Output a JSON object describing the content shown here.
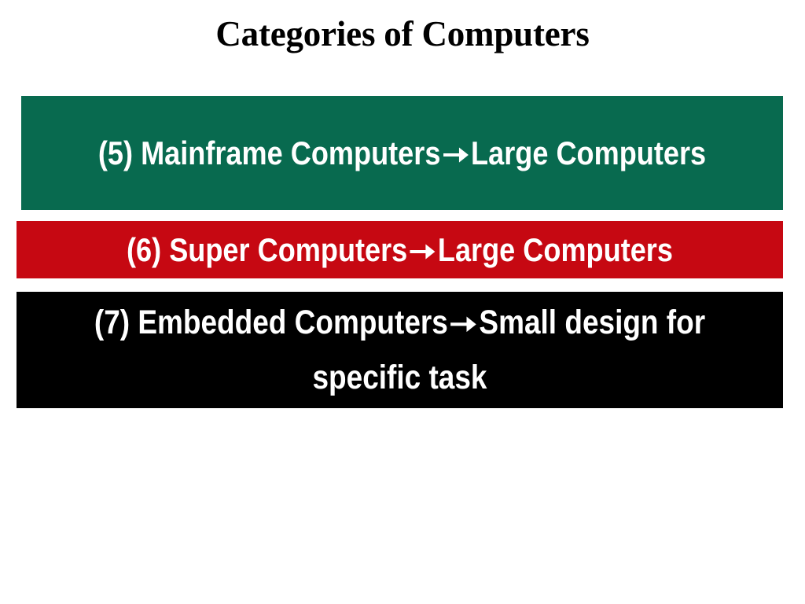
{
  "slide": {
    "title": "Categories of Computers",
    "background_color": "#ffffff",
    "title_color": "#000000"
  },
  "bars": [
    {
      "id": "mainframe",
      "number": "(5)",
      "line1_before_arrow": "(5) Mainframe Computers",
      "line1_after_arrow": "Large",
      "line2": "Computers",
      "full_text": "(5) Mainframe Computers → Large Computers",
      "background_color": "#086a4f",
      "text_color": "#ffffff",
      "arrow_icon": "right-arrow-icon"
    },
    {
      "id": "super",
      "number": "(6)",
      "line1_before_arrow": "(6) Super Computers",
      "line1_after_arrow": "Large Computers",
      "line2": "",
      "full_text": "(6) Super Computers → Large Computers",
      "background_color": "#c60812",
      "text_color": "#ffffff",
      "arrow_icon": "right-arrow-icon"
    },
    {
      "id": "embedded",
      "number": "(7)",
      "line1_before_arrow": "(7) Embedded Computers",
      "line1_after_arrow": "Small design",
      "line2": "for specific task",
      "full_text": "(7) Embedded Computers → Small design for specific task",
      "background_color": "#000000",
      "text_color": "#ffffff",
      "arrow_icon": "right-arrow-icon"
    }
  ]
}
